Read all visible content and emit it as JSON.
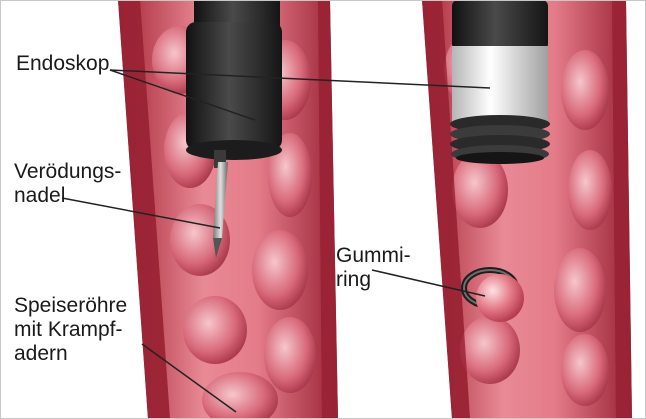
{
  "labels": {
    "endoskop": "Endoskop",
    "veroedungsnadel_line1": "Verödungs-",
    "veroedungsnadel_line2": "nadel",
    "speiseroehre_line1": "Speiseröhre",
    "speiseroehre_line2": "mit Krampf-",
    "speiseroehre_line3": "adern",
    "gummiring_line1": "Gummi-",
    "gummiring_line2": "ring"
  },
  "colors": {
    "tissue_dark": "#a8283a",
    "tissue_mid": "#d45a6a",
    "tissue_light": "#f1b3b8",
    "endoscope_body": "#2c2c2c",
    "cap_white": "#e8e8e8",
    "leader_line": "#222222"
  }
}
